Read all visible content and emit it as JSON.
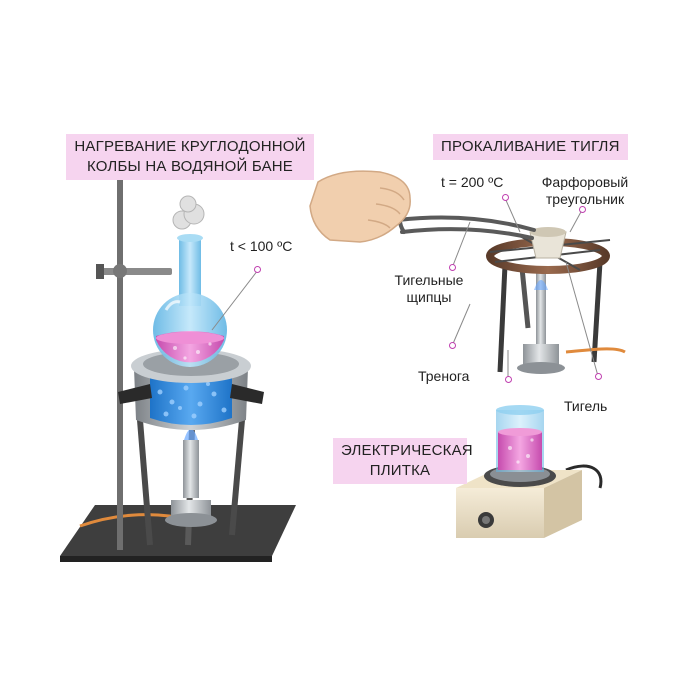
{
  "titles": {
    "water_bath": "НАГРЕВАНИЕ КРУГЛОДОННОЙ КОЛБЫ НА ВОДЯНОЙ БАНЕ",
    "water_bath_line1": "НАГРЕВАНИЕ КРУГЛОДОННОЙ",
    "water_bath_line2": "КОЛБЫ НА ВОДЯНОЙ БАНЕ",
    "crucible": "ПРОКАЛИВАНИЕ ТИГЛЯ",
    "hotplate_line1": "ЭЛЕКТРИЧЕСКАЯ",
    "hotplate_line2": "ПЛИТКА"
  },
  "labels": {
    "temp_water": "t < 100 ºC",
    "temp_crucible": "t = 200 ºC",
    "triangle_line1": "Фарфоровый",
    "triangle_line2": "треугольник",
    "tongs_line1": "Тигельные",
    "tongs_line2": "щипцы",
    "tripod": "Тренога",
    "crucible": "Тигель"
  },
  "colors": {
    "title_bg": "#f6d4ef",
    "leader": "#8a8a8a",
    "marker": "#c040b0",
    "liquid": "#e266c8",
    "glass": "#7ec8ec",
    "metal": "#b8bcc0",
    "base": "#3a3a3a"
  }
}
